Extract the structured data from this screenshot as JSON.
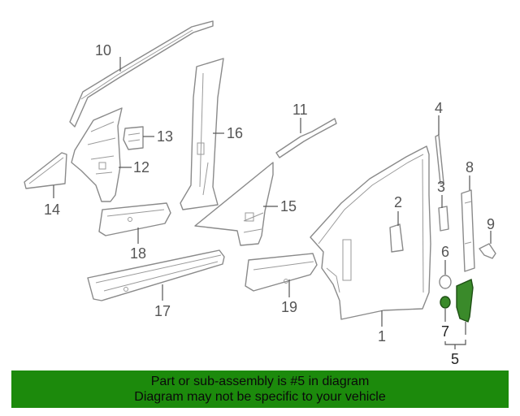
{
  "diagram": {
    "callouts": {
      "c1": "1",
      "c2": "2",
      "c3": "3",
      "c4": "4",
      "c5": "5",
      "c6": "6",
      "c7": "7",
      "c8": "8",
      "c9": "9",
      "c10": "10",
      "c11": "11",
      "c12": "12",
      "c13": "13",
      "c14": "14",
      "c15": "15",
      "c16": "16",
      "c17": "17",
      "c18": "18",
      "c19": "19"
    },
    "highlight_color": "#3a8a2a"
  },
  "banner": {
    "line1": "Part or sub-assembly is #5 in diagram",
    "line2": "Diagram may not be specific to your vehicle",
    "background": "#1c8a0c"
  }
}
